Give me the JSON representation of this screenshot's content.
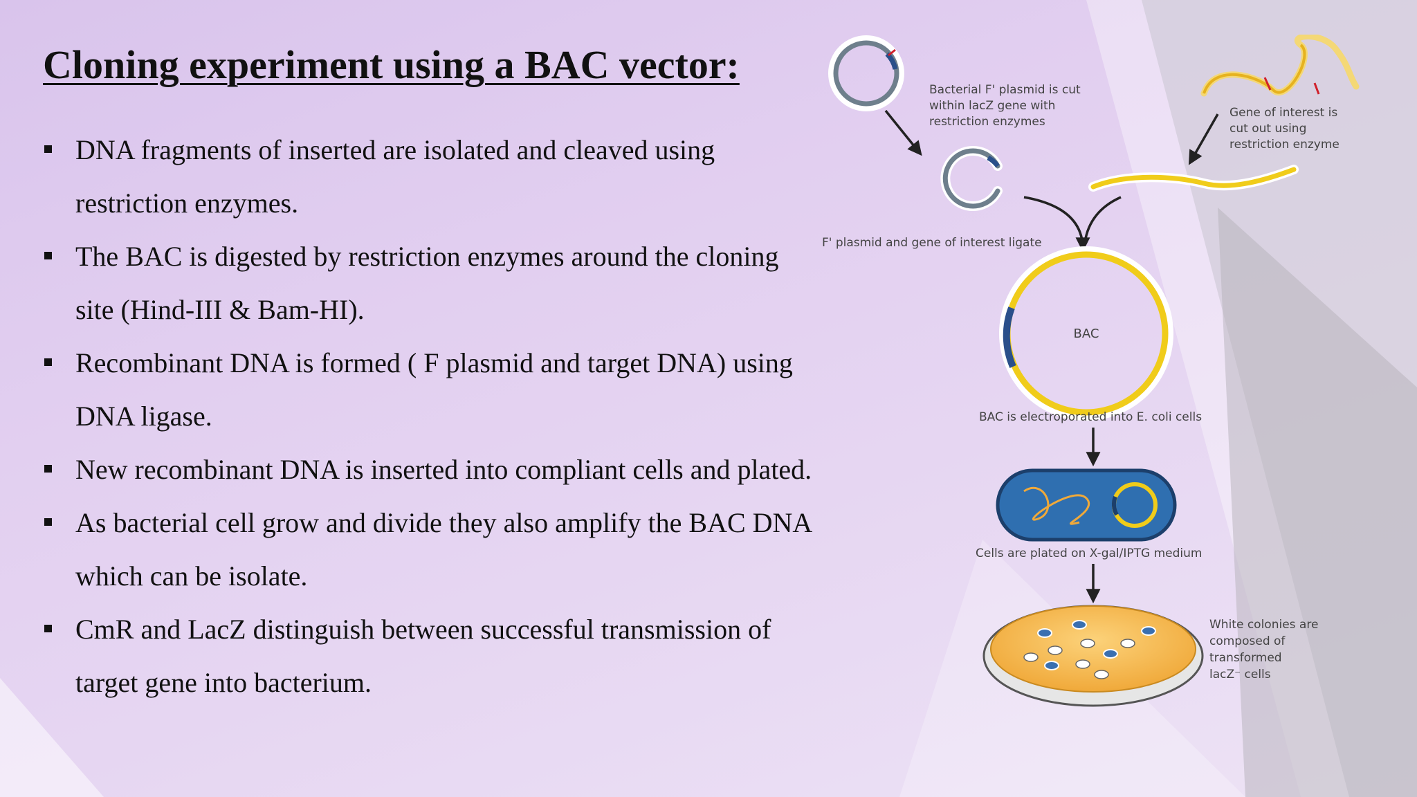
{
  "slide": {
    "title": "Cloning experiment using a BAC vector:",
    "bullets": [
      "DNA fragments of inserted are isolated and cleaved using restriction enzymes.",
      "The BAC is digested by restriction enzymes around the cloning site (Hind-III & Bam-HI).",
      "Recombinant DNA is formed ( F plasmid and target DNA) using DNA ligase.",
      "New recombinant DNA is inserted into compliant cells and plated.",
      "As bacterial cell grow and divide they also amplify the BAC DNA which can be isolate.",
      "CmR and LacZ distinguish between successful transmission of target gene into bacterium."
    ]
  },
  "diagram": {
    "step1_lines": [
      "Bacterial F' plasmid is cut",
      "within lacZ gene with",
      "restriction enzymes"
    ],
    "step2_lines": [
      "Gene of interest is",
      "cut out using",
      "restriction enzyme"
    ],
    "ligate_label": "F' plasmid and gene of interest ligate",
    "bac_label": "BAC",
    "electroporate_label": "BAC is electroporated into E. coli cells",
    "plate_label": "Cells are plated on X-gal/IPTG medium",
    "colonies_lines": [
      "White colonies are",
      "composed of",
      "transformed",
      "lacZ⁻ cells"
    ]
  },
  "colors": {
    "plasmid_yellow": "#f0cc1a",
    "plasmid_outline": "#6e7f8c",
    "cell_blue": "#2f6fb0",
    "plate_orange": "#f4b850"
  }
}
